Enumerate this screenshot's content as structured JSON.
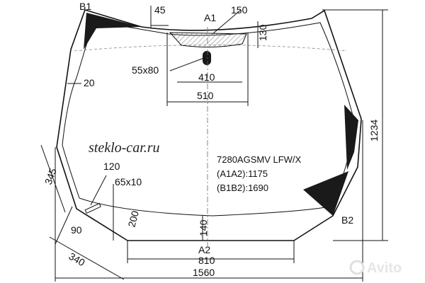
{
  "labels": {
    "b1": "B1",
    "b2": "B2",
    "a1": "A1",
    "a2": "A2",
    "d45": "45",
    "d150": "150",
    "d130": "130",
    "d55x80": "55x80",
    "d410": "410",
    "d510": "510",
    "d20": "20",
    "d1234": "1234",
    "d345": "345",
    "d120": "120",
    "d65x10": "65x10",
    "d200": "200",
    "d140": "140",
    "d90": "90",
    "d340": "340",
    "d810": "810",
    "d1560": "1560"
  },
  "brand": "steklo-car.ru",
  "spec": {
    "code": "7280AGSMV LFW/X",
    "a1a2": "(A1A2):1175",
    "b1b2": "(B1B2):1690"
  },
  "watermark": "Avito",
  "colors": {
    "line": "#111111",
    "fill_dark": "#1a1a1a",
    "hatch": "#777777"
  }
}
